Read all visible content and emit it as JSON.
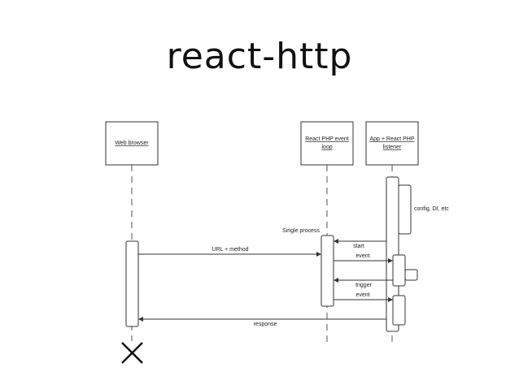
{
  "slide": {
    "title": "react-http"
  },
  "diagram": {
    "participants": [
      {
        "id": "browser",
        "lines": [
          "Web browser"
        ]
      },
      {
        "id": "loop",
        "lines": [
          "React PHP event",
          "loop"
        ]
      },
      {
        "id": "app",
        "lines": [
          "App + React PHP",
          "listener"
        ]
      }
    ],
    "notes": {
      "config": "config, DI, etc",
      "single_process": "Single process"
    },
    "messages": {
      "url_method": "URL + method",
      "start": "start",
      "event1": "event",
      "trigger": "trigger",
      "event2": "event",
      "response": "response"
    },
    "colors": {
      "line": "#333333",
      "box_fill": "#ffffff"
    }
  }
}
